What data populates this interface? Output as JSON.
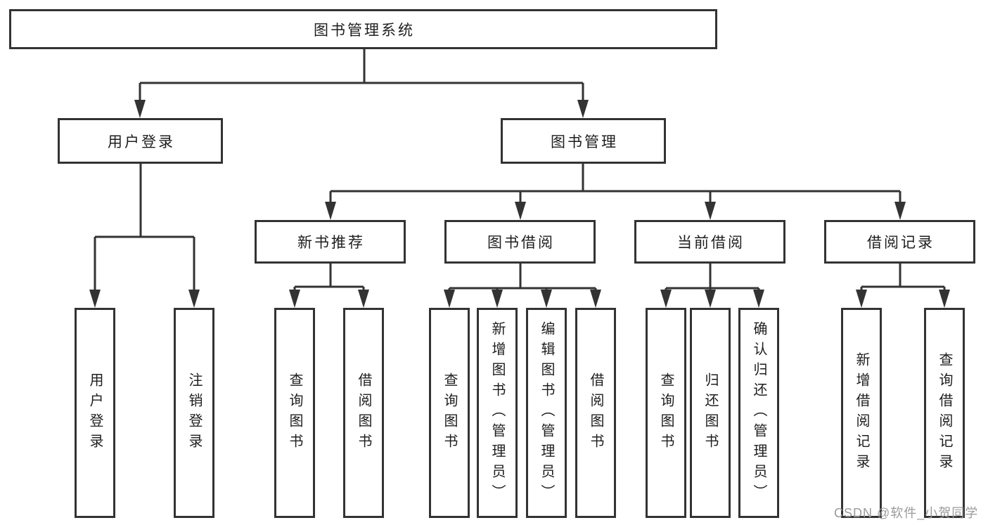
{
  "diagram": {
    "root": {
      "label": "图书管理系统"
    },
    "branches": [
      {
        "label": "用户登录",
        "children": [
          {
            "label": "用户登录"
          },
          {
            "label": "注销登录"
          }
        ]
      },
      {
        "label": "图书管理",
        "children": [
          {
            "label": "新书推荐",
            "children": [
              {
                "label": "查询图书"
              },
              {
                "label": "借阅图书"
              }
            ]
          },
          {
            "label": "图书借阅",
            "children": [
              {
                "label": "查询图书"
              },
              {
                "label": "新增图书（管理员）"
              },
              {
                "label": "编辑图书（管理员）"
              },
              {
                "label": "借阅图书"
              }
            ]
          },
          {
            "label": "当前借阅",
            "children": [
              {
                "label": "查询图书"
              },
              {
                "label": "归还图书"
              },
              {
                "label": "确认归还（管理员）"
              }
            ]
          },
          {
            "label": "借阅记录",
            "children": [
              {
                "label": "新增借阅记录"
              },
              {
                "label": "查询借阅记录"
              }
            ]
          }
        ]
      }
    ],
    "line_color": "#333333",
    "text_color": "#1e1e1e",
    "box_background": "#ffffff"
  },
  "watermark": {
    "text": "CSDN @软件_小贺同学",
    "color": "#9a9b9f"
  }
}
